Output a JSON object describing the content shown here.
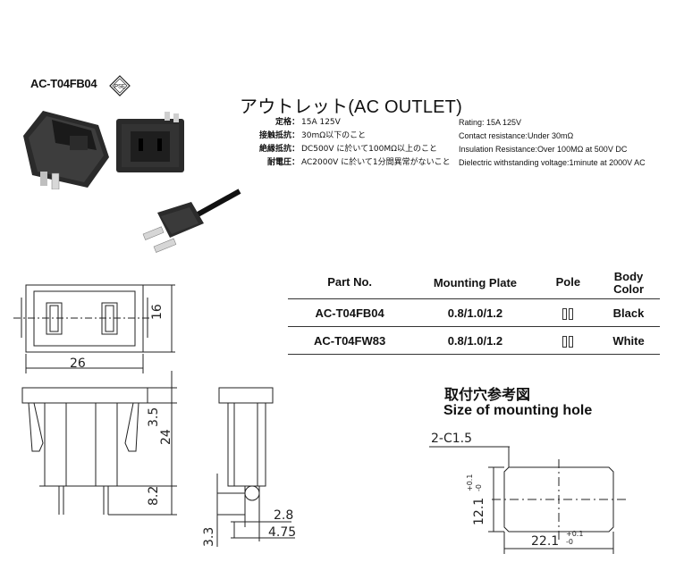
{
  "header": {
    "model_code": "AC-T04FB04",
    "pse_mark": "PSE",
    "title": "アウトレット(AC OUTLET)"
  },
  "specs_jp": [
    {
      "label": "定格：",
      "value": "15A 125V"
    },
    {
      "label": "接触抵抗：",
      "value": "30mΩ以下のこと"
    },
    {
      "label": "絶縁抵抗：",
      "value": "DC500V に於いて100MΩ以上のこと"
    },
    {
      "label": "耐電圧：",
      "value": "AC2000V に於いて1分間異常がないこと"
    }
  ],
  "specs_en": [
    "Rating: 15A 125V",
    "Contact resistance:Under 30mΩ",
    "Insulation Resistance:Over 100MΩ at 500V DC",
    "Dielectric withstanding voltage:1minute at 2000V AC"
  ],
  "parts_table": {
    "headers": [
      "Part No.",
      "Mounting Plate",
      "Pole",
      "Body Color"
    ],
    "rows": [
      {
        "part_no": "AC-T04FB04",
        "plate": "0.8/1.0/1.2",
        "color": "Black"
      },
      {
        "part_no": "AC-T04FW83",
        "plate": "0.8/1.0/1.2",
        "color": "White"
      }
    ]
  },
  "dimensions": {
    "front_width": "26",
    "front_height": "16",
    "side_3_5": "3.5",
    "side_24": "24",
    "side_8_2": "8.2",
    "pin_2_8": "2.8",
    "pin_4_75": "4.75",
    "pin_3_3": "3.3"
  },
  "mounting_hole": {
    "title_jp": "取付穴参考図",
    "title_en": "Size of mounting hole",
    "chamfer": "2-C1.5",
    "height": "12.1",
    "width": "22.1",
    "tol_plus": "+0.1",
    "tol_minus": "-0"
  }
}
